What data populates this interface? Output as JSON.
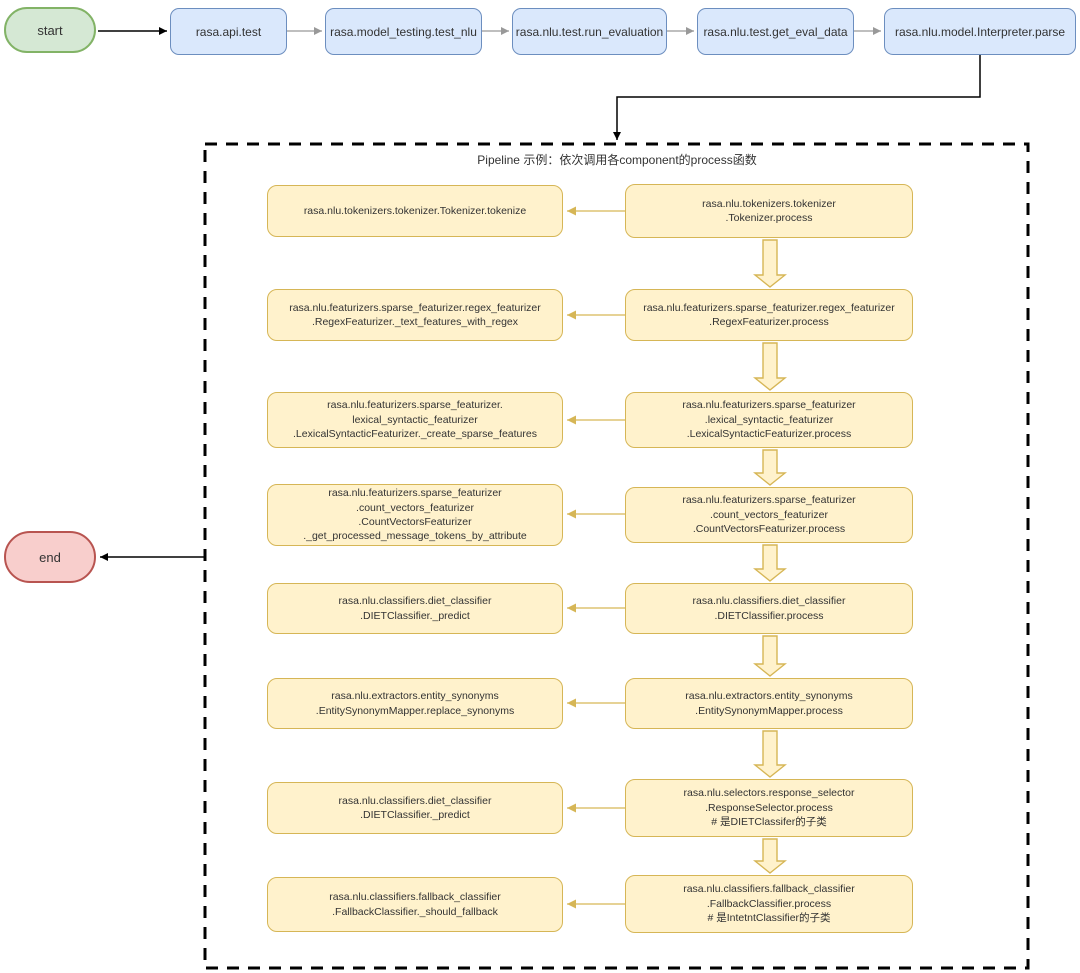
{
  "diagram": {
    "start": {
      "label": "start"
    },
    "end": {
      "label": "end"
    },
    "top_flow": [
      {
        "label": "rasa.api.test"
      },
      {
        "label": "rasa.model_testing.test_nlu"
      },
      {
        "label": "rasa.nlu.test.run_evaluation"
      },
      {
        "label": "rasa.nlu.test.get_eval_data"
      },
      {
        "label": "rasa.nlu.model.Interpreter.parse"
      }
    ],
    "pipeline": {
      "title": "Pipeline 示例：依次调用各component的process函数",
      "rows": [
        {
          "right": [
            "rasa.nlu.tokenizers.tokenizer",
            ".Tokenizer.process"
          ],
          "left": [
            "rasa.nlu.tokenizers.tokenizer.Tokenizer.tokenize"
          ]
        },
        {
          "right": [
            "rasa.nlu.featurizers.sparse_featurizer.regex_featurizer",
            ".RegexFeaturizer.process"
          ],
          "left": [
            "rasa.nlu.featurizers.sparse_featurizer.regex_featurizer",
            ".RegexFeaturizer._text_features_with_regex"
          ]
        },
        {
          "right": [
            "rasa.nlu.featurizers.sparse_featurizer",
            ".lexical_syntactic_featurizer",
            ".LexicalSyntacticFeaturizer.process"
          ],
          "left": [
            "rasa.nlu.featurizers.sparse_featurizer.",
            "lexical_syntactic_featurizer",
            ".LexicalSyntacticFeaturizer._create_sparse_features"
          ]
        },
        {
          "right": [
            "rasa.nlu.featurizers.sparse_featurizer",
            ".count_vectors_featurizer",
            ".CountVectorsFeaturizer.process"
          ],
          "left": [
            "rasa.nlu.featurizers.sparse_featurizer",
            ".count_vectors_featurizer",
            ".CountVectorsFeaturizer",
            "._get_processed_message_tokens_by_attribute"
          ]
        },
        {
          "right": [
            "rasa.nlu.classifiers.diet_classifier",
            ".DIETClassifier.process"
          ],
          "left": [
            "rasa.nlu.classifiers.diet_classifier",
            ".DIETClassifier._predict"
          ]
        },
        {
          "right": [
            "rasa.nlu.extractors.entity_synonyms",
            ".EntitySynonymMapper.process"
          ],
          "left": [
            "rasa.nlu.extractors.entity_synonyms",
            ".EntitySynonymMapper.replace_synonyms"
          ]
        },
        {
          "right": [
            "rasa.nlu.selectors.response_selector",
            ".ResponseSelector.process",
            "# 是DIETClassifer的子类"
          ],
          "left": [
            "rasa.nlu.classifiers.diet_classifier",
            ".DIETClassifier._predict"
          ]
        },
        {
          "right": [
            "rasa.nlu.classifiers.fallback_classifier",
            ".FallbackClassifier.process",
            "# 是IntetntClassifier的子类"
          ],
          "left": [
            "rasa.nlu.classifiers.fallback_classifier",
            ".FallbackClassifier._should_fallback"
          ]
        }
      ]
    },
    "colors": {
      "start_fill": "#d5e8d4",
      "start_border": "#82b366",
      "end_fill": "#f8cecc",
      "end_border": "#b85450",
      "step_fill": "#dae8fc",
      "step_border": "#6c8ebf",
      "pipeline_fill": "#fff2cc",
      "pipeline_border": "#d6b656",
      "arrow_gray": "#999999",
      "arrow_black": "#000000"
    }
  }
}
